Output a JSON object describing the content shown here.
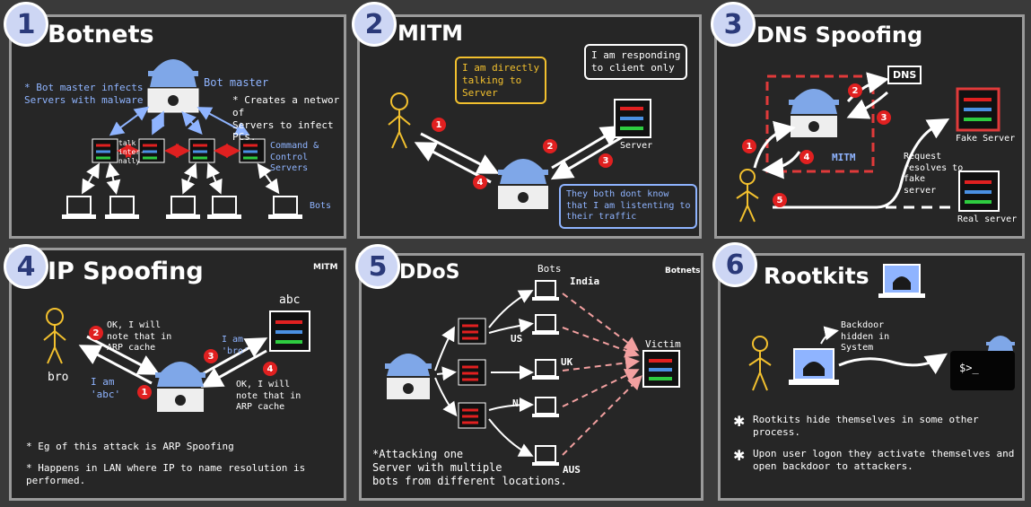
{
  "panels": [
    {
      "number": "1",
      "title": "Botnets",
      "texts": {
        "bot_master_infects": "* Bot master infects\nServers with malware",
        "bot_master": "Bot master",
        "creates_network": "* Creates a networ of\nServers to infect PCs.",
        "talk_internally": "talk\ninter-\nnally",
        "command_control": "Command &\nControl Servers",
        "bots": "Bots"
      }
    },
    {
      "number": "2",
      "title": "MITM",
      "texts": {
        "directly_talking": "I am directly\ntalking to\nServer",
        "responding": "I am responding\nto client only",
        "server": "Server",
        "dont_know": "They both dont know\nthat I am listenting to\ntheir traffic"
      },
      "step_numbers": [
        "1",
        "2",
        "3",
        "4"
      ]
    },
    {
      "number": "3",
      "title": "DNS Spoofing",
      "texts": {
        "dns": "DNS",
        "fake_server": "Fake Server",
        "mitm": "MITM",
        "request_resolves": "Request\nresolves to\nfake\nserver",
        "real_server": "Real server"
      },
      "step_numbers": [
        "1",
        "2",
        "3",
        "4",
        "5"
      ]
    },
    {
      "number": "4",
      "title": "IP Spoofing",
      "texts": {
        "tag": "MITM",
        "abc": "abc",
        "bro": "bro",
        "ok_will_note_1": "OK, I will\nnote that in\nARP cache",
        "i_am_bro": "I am\n'bro'",
        "i_am_abc": "I am\n'abc'",
        "ok_will_note_2": "OK, I will\nnote that in\nARP cache",
        "eg_attack": "* Eg of this attack is ARP Spoofing",
        "happens_lan": "* Happens in LAN where IP to name resolution is\nperformed."
      },
      "step_numbers": [
        "1",
        "2",
        "3",
        "4"
      ]
    },
    {
      "number": "5",
      "title": "DDoS",
      "texts": {
        "tag": "Botnets",
        "bots": "Bots",
        "india": "India",
        "us": "US",
        "uk": "UK",
        "nl": "NL",
        "aus": "AUS",
        "victim": "Victim",
        "attacking": "*Attacking one\nServer with multiple\nbots from different locations."
      }
    },
    {
      "number": "6",
      "title": "Rootkits",
      "texts": {
        "backdoor": "Backdoor\nhidden in\nSystem",
        "terminal": "$>_",
        "hide": "Rootkits hide themselves in some other process.",
        "logon": "Upon user logon they activate themselves and\nopen backdoor to attackers."
      }
    }
  ],
  "colors": {
    "background": "#262626",
    "border": "#9a9a9a",
    "accent_blue": "#8fb4ff",
    "accent_yellow": "#f2c02e",
    "accent_red": "#e02020"
  }
}
